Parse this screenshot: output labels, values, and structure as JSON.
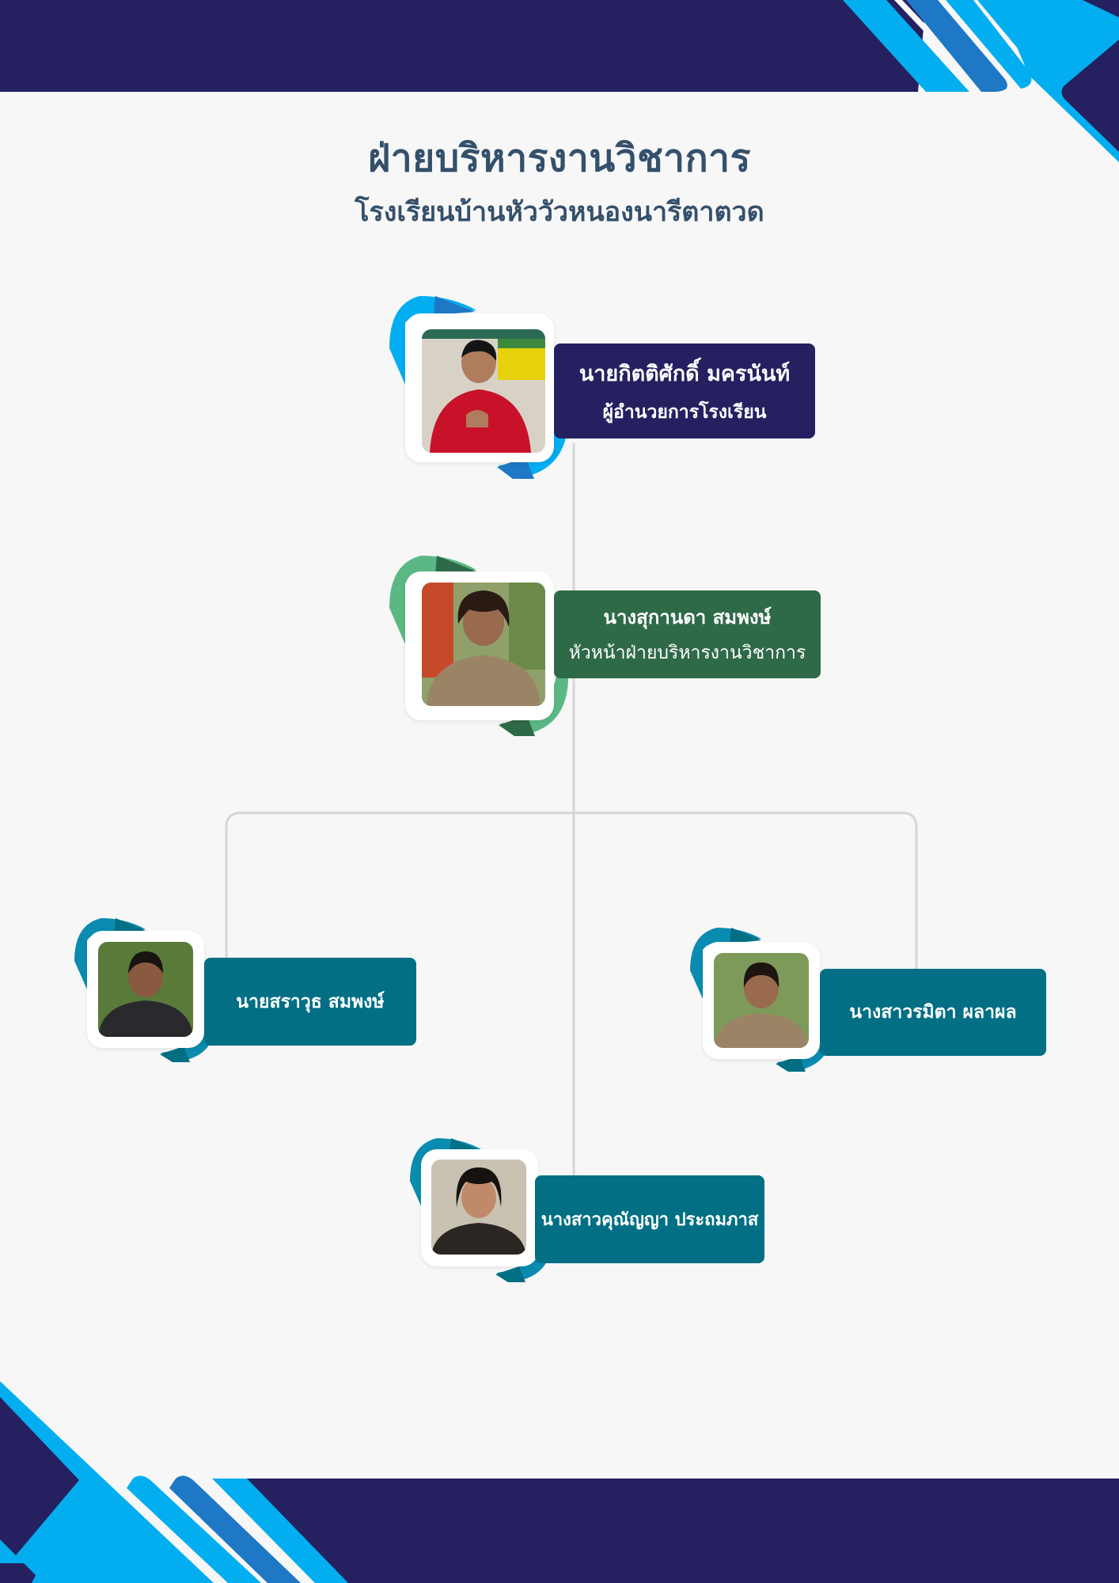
{
  "header": {
    "title": "ฝ่ายบริหารงานวิชาการ",
    "subtitle": "โรงเรียนบ้านหัววัวหนองนารีตาตวด"
  },
  "colors": {
    "navy": "#252060",
    "bright_blue": "#03aef0",
    "mid_blue": "#1e78c5",
    "director_box": "#252060",
    "head_box": "#2f6a48",
    "head_accent": "#5bb884",
    "staff_box": "#026f84",
    "staff_accent": "#0a8bb0",
    "connector": "#d6d6d6",
    "title_text": "#34506b"
  },
  "org": {
    "director": {
      "name": "นายกิตติศักดิ์  มครนันท์",
      "role": "ผู้อำนวยการโรงเรียน",
      "photo_icon": "person-photo-red-shirt"
    },
    "head": {
      "name": "นางสุกานดา  สมพงษ์",
      "role": "หัวหน้าฝ่ายบริหารงานวิชาการ",
      "photo_icon": "person-photo-uniform"
    },
    "members": [
      {
        "name": "นายสราวุธ  สมพงษ์",
        "photo_icon": "person-photo-dark-shirt"
      },
      {
        "name": "นางสาวรมิตา  ผลาผล",
        "photo_icon": "person-photo-uniform"
      },
      {
        "name": "นางสาวคุณัญญา  ประถมภาส",
        "photo_icon": "person-photo-dark-shirt"
      }
    ]
  }
}
